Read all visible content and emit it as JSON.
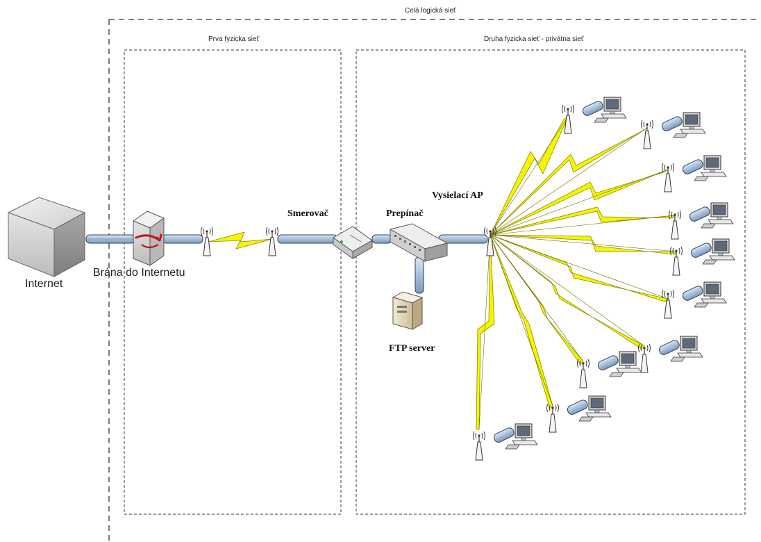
{
  "regions": {
    "logical": {
      "title": "Celá logická sieť"
    },
    "first": {
      "title": "Prva fyzicka sieť"
    },
    "second": {
      "title": "Druha fyzicka sieť - privátna sieť"
    }
  },
  "devices": {
    "internet": {
      "label": "Internet",
      "icon": "cloud-box-icon"
    },
    "gateway": {
      "label": "Brána do Internetu",
      "icon": "gateway-server-icon"
    },
    "router": {
      "label": "Smerovač",
      "icon": "router-icon"
    },
    "switch": {
      "label": "Prepínač",
      "icon": "switch-icon"
    },
    "ftp": {
      "label": "FTP server",
      "icon": "server-tower-icon"
    },
    "ap": {
      "label": "Vysielací AP",
      "icon": "antenna-icon"
    }
  },
  "colors": {
    "cable": "#a9c1dc",
    "cable_edge": "#2f3f55",
    "wireless": "#f5f500",
    "wireless_edge": "#8a8a00",
    "dash": "#333333"
  }
}
